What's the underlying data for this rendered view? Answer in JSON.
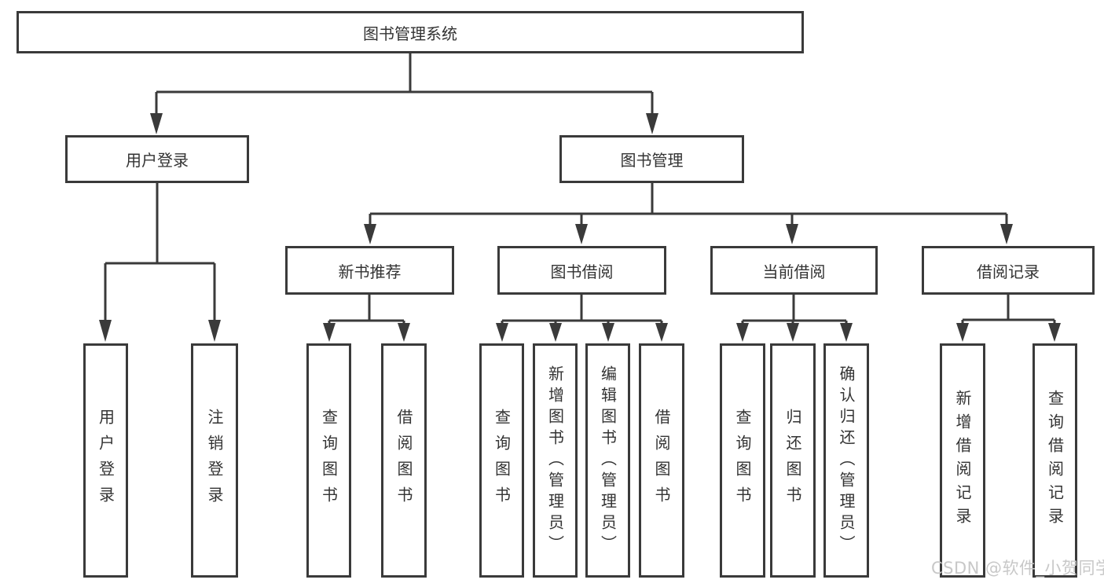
{
  "diagram_type": "hierarchy",
  "root": {
    "label": "图书管理系统"
  },
  "branches": {
    "user_login": {
      "label": "用户登录",
      "children": [
        {
          "label": "用户登录"
        },
        {
          "label": "注销登录"
        }
      ]
    },
    "book_mgmt": {
      "label": "图书管理",
      "modules": [
        {
          "label": "新书推荐",
          "children": [
            {
              "label": "查询图书"
            },
            {
              "label": "借阅图书"
            }
          ]
        },
        {
          "label": "图书借阅",
          "children": [
            {
              "label": "查询图书"
            },
            {
              "label": "新增图书（管理员）"
            },
            {
              "label": "编辑图书（管理员）"
            },
            {
              "label": "借阅图书"
            }
          ]
        },
        {
          "label": "当前借阅",
          "children": [
            {
              "label": "查询图书"
            },
            {
              "label": "归还图书"
            },
            {
              "label": "确认归还（管理员）"
            }
          ]
        },
        {
          "label": "借阅记录",
          "children": [
            {
              "label": "新增借阅记录"
            },
            {
              "label": "查询借阅记录"
            }
          ]
        }
      ]
    }
  },
  "watermark": {
    "text": "CSDN @软件_小贺同学"
  },
  "colors": {
    "line": "#3a3a3a",
    "text": "#333333",
    "watermark": "#c8c8c8",
    "background": "#ffffff"
  }
}
